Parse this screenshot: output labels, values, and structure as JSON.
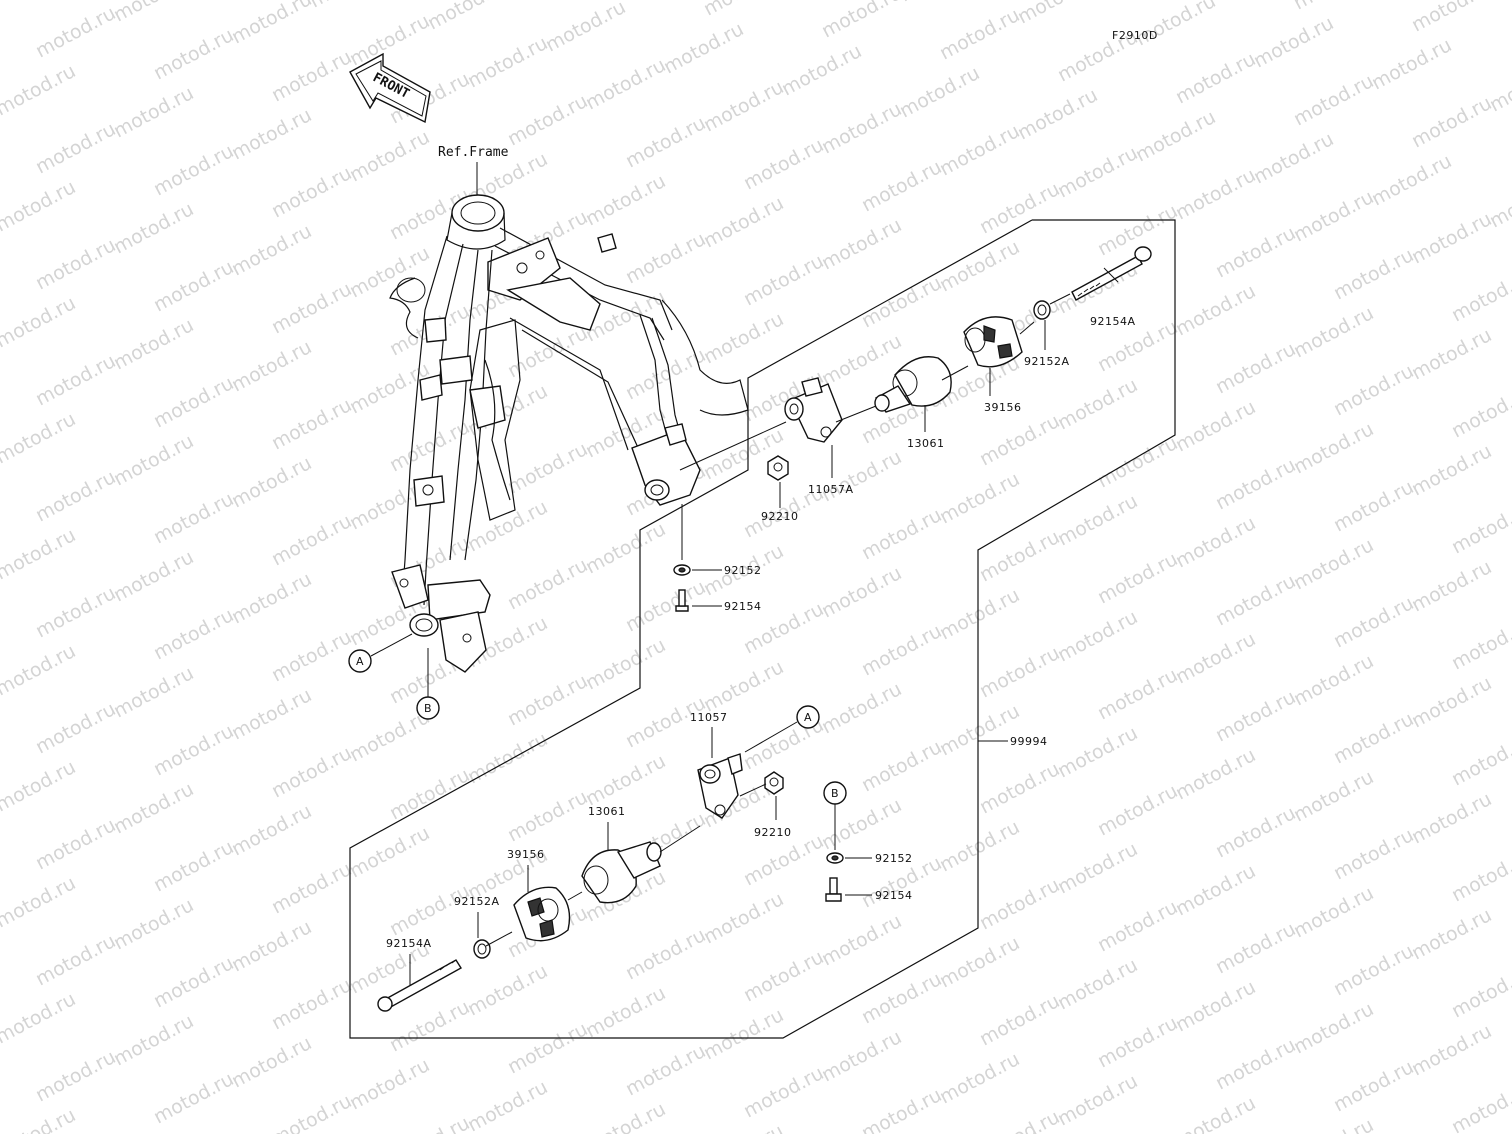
{
  "figure_code": "F2910D",
  "front_badge": "FRONT",
  "ref_frame_label": "Ref.Frame",
  "watermark_text": "motod.ru",
  "refs": {
    "a": "A",
    "b": "B"
  },
  "upper_labels": {
    "p92154A": "92154A",
    "p92152A": "92152A",
    "p39156": "39156",
    "p13061": "13061",
    "p11057A": "11057A",
    "p92210": "92210",
    "p92152": "92152",
    "p92154": "92154"
  },
  "kit_label": "99994",
  "lower_labels": {
    "p11057": "11057",
    "p92210": "92210",
    "p13061": "13061",
    "p39156": "39156",
    "p92152A": "92152A",
    "p92154A": "92154A",
    "p92152": "92152",
    "p92154": "92154"
  }
}
